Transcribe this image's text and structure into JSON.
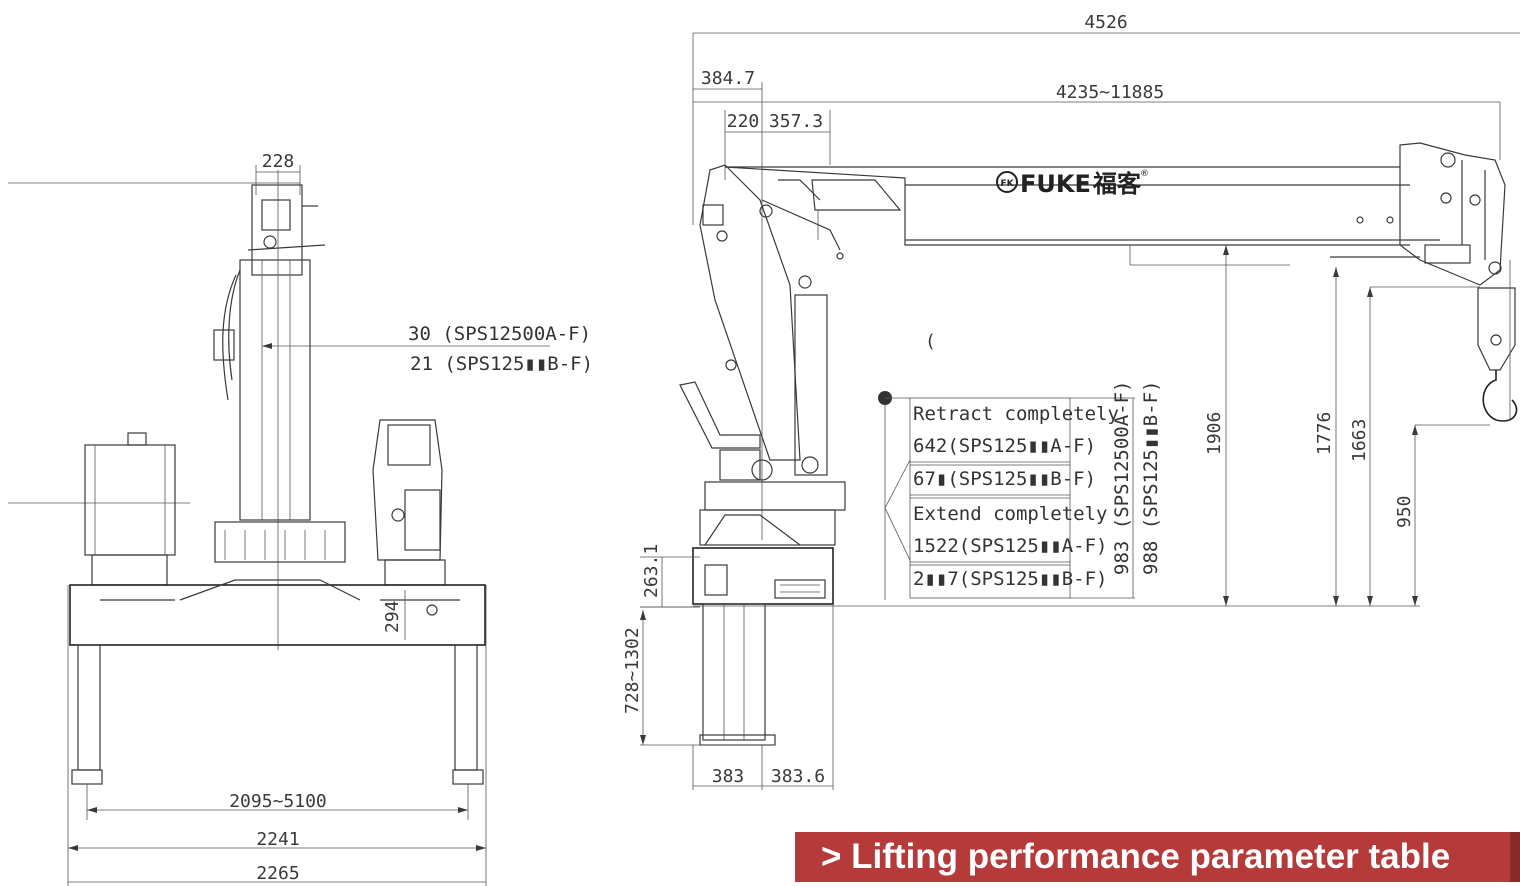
{
  "logo": {
    "mark": "FK",
    "brand": "FUKE",
    "chinese": "福客",
    "registered": "®"
  },
  "front_view": {
    "dim_top": "228",
    "note_line1": "30 (SPS12500A-F)",
    "note_line2": "21 (SPS125▮▮B-F)",
    "dim_side": "294",
    "dim_span": "2095~5100",
    "dim_width1": "2241",
    "dim_width2": "2265"
  },
  "side_view": {
    "dim_total": "4526",
    "dim_a": "384.7",
    "dim_reach": "4235~11885",
    "dim_b": "220",
    "dim_c": "357.3",
    "dim_base_h": "263.1",
    "dim_leg": "728~1302",
    "dim_foot1": "383",
    "dim_foot2": "383.6",
    "dim_h1": "983 (SPS12500A-F)",
    "dim_h2": "988 (SPS125▮▮B-F)",
    "dim_1906": "1906",
    "dim_1776": "1776",
    "dim_1663": "1663",
    "dim_950": "950",
    "paren": "("
  },
  "table": {
    "retract_label": "Retract completely",
    "retract_a": "642(SPS125▮▮A-F)",
    "retract_b": "67▮(SPS125▮▮B-F)",
    "extend_label": "Extend completely",
    "extend_a": "1522(SPS125▮▮A-F)",
    "extend_b": "2▮▮7(SPS125▮▮B-F)"
  },
  "banner": {
    "text": "> Lifting performance parameter table"
  },
  "colors": {
    "line": "#3a3a3a",
    "banner_bg": "#b53a3a",
    "banner_text": "#ffffff"
  }
}
